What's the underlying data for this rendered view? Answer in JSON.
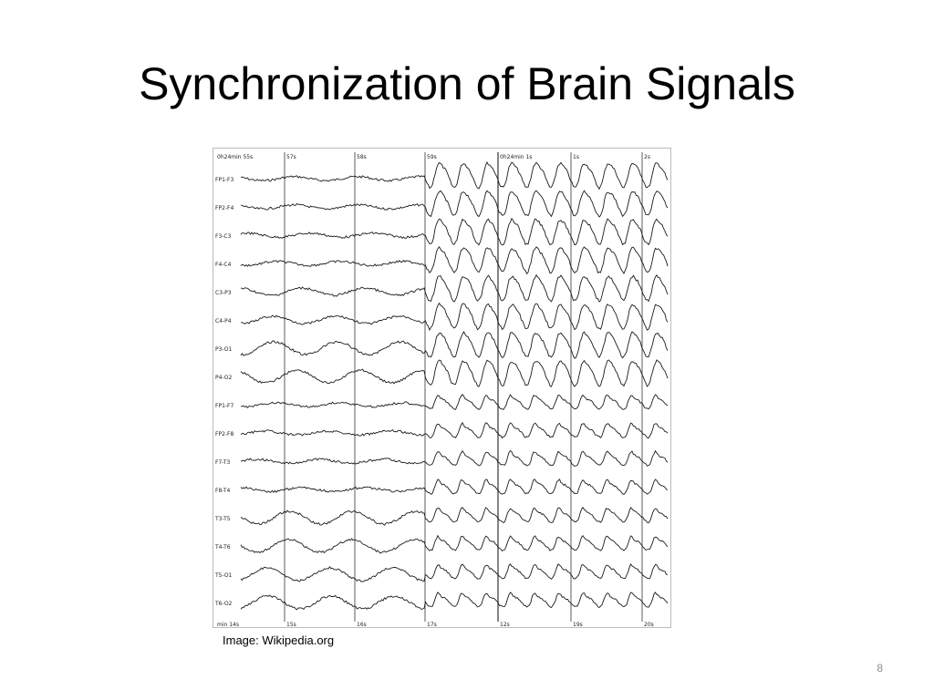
{
  "slide": {
    "title": "Synchronization of Brain Signals",
    "caption": "Image: Wikipedia.org",
    "page_number": "8"
  },
  "eeg": {
    "top_time_labels": [
      "0h24min 55s",
      "57s",
      "58s",
      "59s",
      "0h24min 1s",
      "1s",
      "2s"
    ],
    "bottom_time_labels": [
      "min 14s",
      "15s",
      "16s",
      "17s",
      "12s",
      "19s",
      "20s"
    ],
    "channels": [
      "FP1-F3",
      "FP2-F4",
      "F3-C3",
      "F4-C4",
      "C3-P3",
      "C4-P4",
      "P3-O1",
      "P4-O2",
      "FP1-F7",
      "FP2-F8",
      "F7-T3",
      "F8-T4",
      "T3-T5",
      "T4-T6",
      "T5-O1",
      "T6-O2"
    ],
    "trace_color": "#1a1a1a"
  }
}
